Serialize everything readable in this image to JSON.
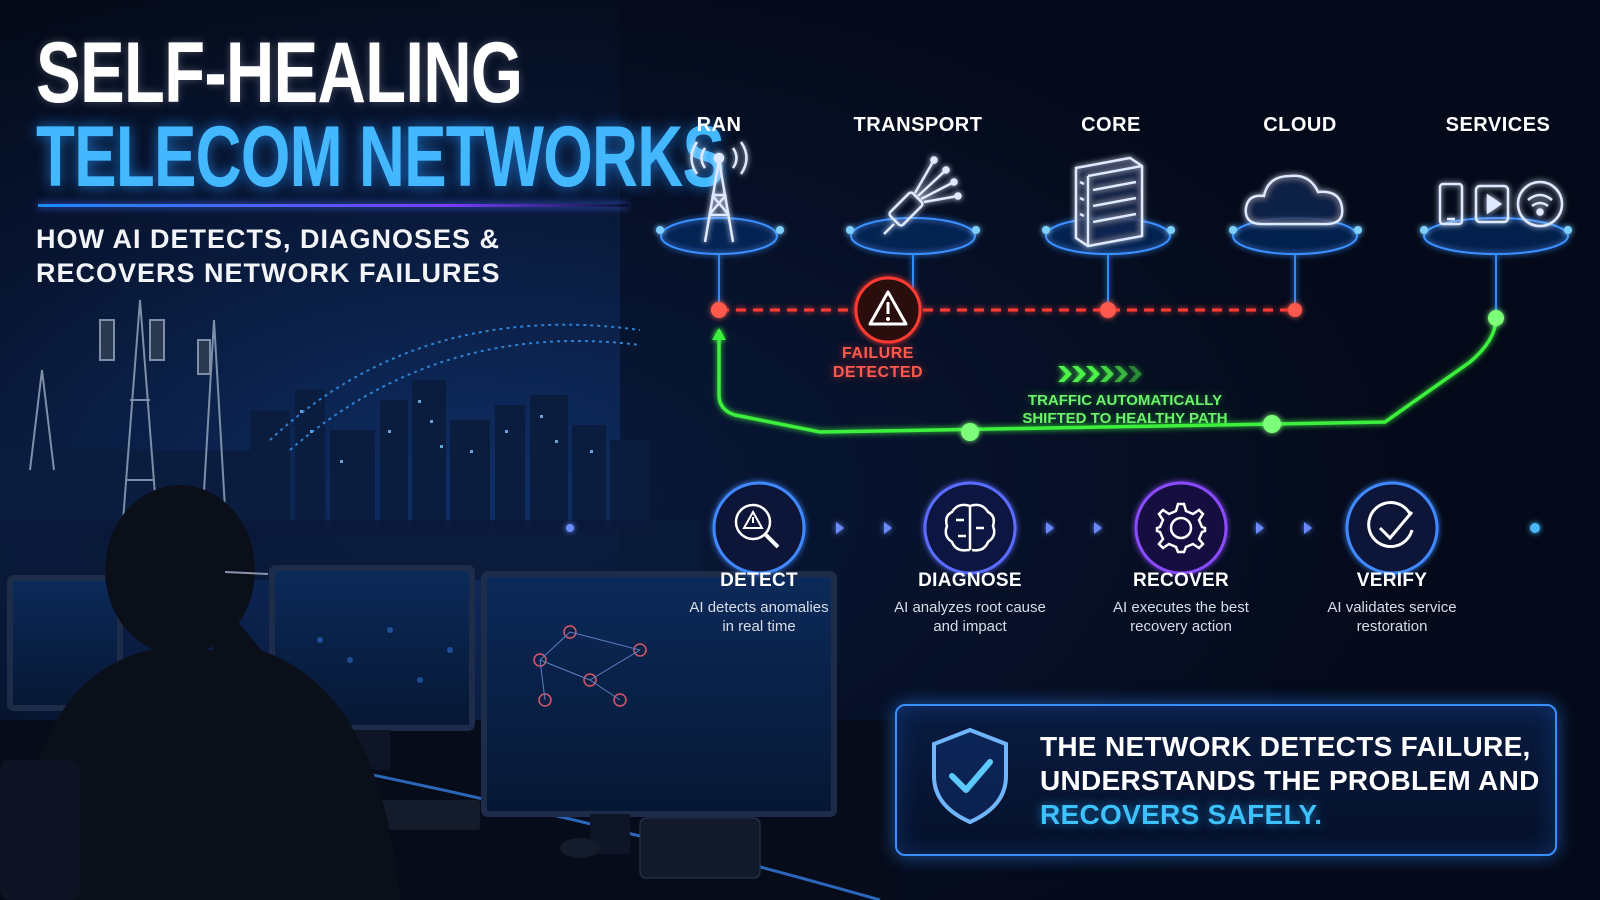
{
  "header": {
    "title_line1": "SELF-HEALING",
    "title_line2": "TELECOM NETWORKS",
    "subtitle_line1": "HOW AI DETECTS, DIAGNOSES &",
    "subtitle_line2": "RECOVERS NETWORK FAILURES"
  },
  "network": {
    "layers": [
      {
        "label": "RAN",
        "icon": "cell-tower-icon"
      },
      {
        "label": "TRANSPORT",
        "icon": "fiber-optic-icon"
      },
      {
        "label": "CORE",
        "icon": "server-rack-icon"
      },
      {
        "label": "CLOUD",
        "icon": "cloud-icon"
      },
      {
        "label": "SERVICES",
        "icon": "services-devices-icon"
      }
    ],
    "failure_label_line1": "FAILURE",
    "failure_label_line2": "DETECTED",
    "reroute_label_line1": "TRAFFIC AUTOMATICALLY",
    "reroute_label_line2": "SHIFTED TO HEALTHY PATH",
    "colors": {
      "primary_path": "#2e8bff",
      "failed_path": "#ff3b30",
      "healthy_path": "#3cf03c"
    }
  },
  "process": {
    "steps": [
      {
        "title": "DETECT",
        "desc_line1": "AI detects anomalies",
        "desc_line2": "in real time",
        "icon": "magnifier-alert-icon"
      },
      {
        "title": "DIAGNOSE",
        "desc_line1": "AI analyzes root cause",
        "desc_line2": "and impact",
        "icon": "brain-icon"
      },
      {
        "title": "RECOVER",
        "desc_line1": "AI executes the best",
        "desc_line2": "recovery action",
        "icon": "gear-icon"
      },
      {
        "title": "VERIFY",
        "desc_line1": "AI validates service",
        "desc_line2": "restoration",
        "icon": "check-circle-icon"
      }
    ]
  },
  "callout": {
    "line1": "THE NETWORK DETECTS FAILURE,",
    "line2": "UNDERSTANDS THE PROBLEM AND",
    "highlight": "RECOVERS SAFELY.",
    "icon": "shield-check-icon",
    "accent_color": "#3cc2ff"
  }
}
